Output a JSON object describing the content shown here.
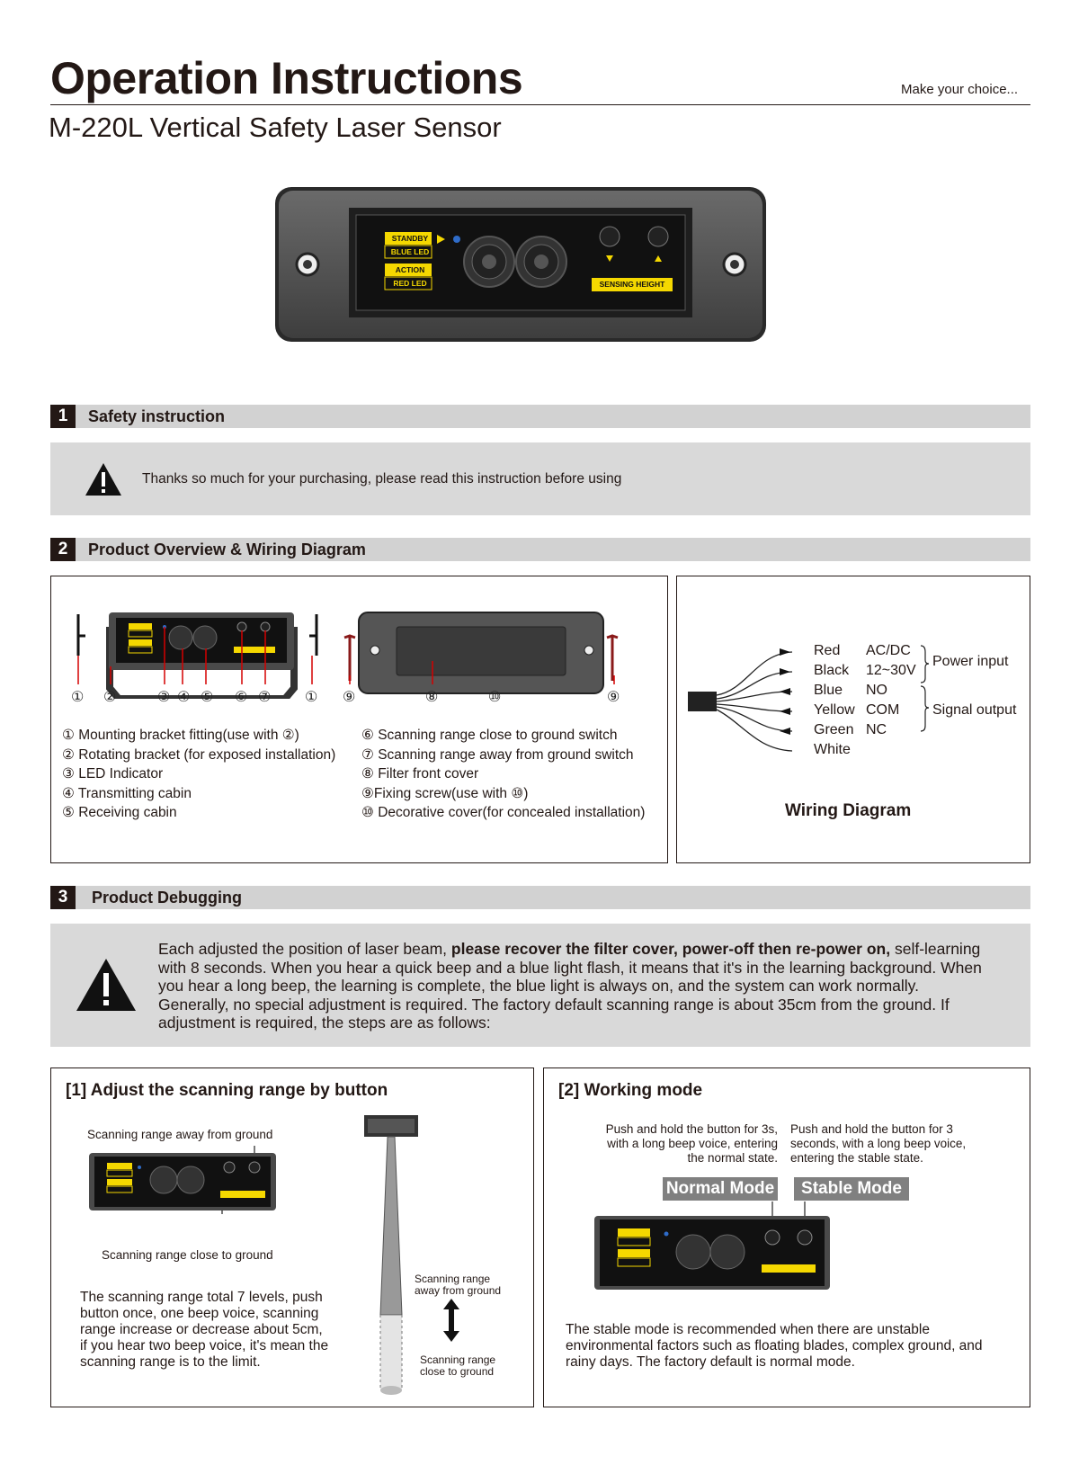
{
  "header": {
    "title": "Operation Instructions",
    "tagline": "Make  your choice...",
    "subtitle": "M-220L  Vertical Safety Laser Sensor"
  },
  "device_panel": {
    "standby": "STANDBY",
    "blue_led": "BLUE LED",
    "action": "ACTION",
    "red_led": "RED LED",
    "sensing_height": "SENSING HEIGHT"
  },
  "section1": {
    "num": "1",
    "title": "Safety instruction",
    "text": "Thanks so much for your purchasing, please read this instruction before using"
  },
  "section2": {
    "num": "2",
    "title": "Product Overview & Wiring Diagram",
    "callouts_left": [
      "①",
      "②",
      "③",
      "④",
      "⑤",
      "⑥",
      "⑦",
      "①"
    ],
    "callouts_right": [
      "⑨",
      "⑧",
      "⑩",
      "⑨"
    ],
    "legend_left": [
      "① Mounting bracket fitting(use with ②)",
      "② Rotating bracket (for exposed installation)",
      "③ LED Indicator",
      "④ Transmitting cabin",
      "⑤ Receiving cabin"
    ],
    "legend_right": [
      "⑥ Scanning range close to ground switch",
      "⑦ Scanning range away from ground switch",
      "⑧ Filter front cover",
      "⑨Fixing screw(use with ⑩)",
      "⑩ Decorative cover(for concealed installation)"
    ],
    "wiring": {
      "wires": [
        {
          "color": "Red",
          "label": "AC/DC"
        },
        {
          "color": "Black",
          "label": "12~30V"
        },
        {
          "color": "Blue",
          "label": "NO"
        },
        {
          "color": "Yellow",
          "label": "COM"
        },
        {
          "color": "Green",
          "label": "NC"
        },
        {
          "color": "White",
          "label": ""
        }
      ],
      "power_input": "Power input",
      "signal_output": "Signal output",
      "title": "Wiring Diagram"
    }
  },
  "section3": {
    "num": "3",
    "title": "Product Debugging",
    "intro_pre": "Each adjusted the position of laser beam, ",
    "intro_bold": "please recover the filter cover, power-off then re-power on,",
    "intro_post": " self-learning  with 8 seconds. When you hear a quick beep and a blue light flash, it means that it's in the learning background. When you hear a long beep, the learning is complete, the blue light is always on, and the system can work normally. Generally, no special adjustment is required. The factory default scanning range is about 35cm from the ground. If adjustment is required, the steps are as follows:",
    "panel1": {
      "title": "[1] Adjust the scanning range by button",
      "away_label": "Scanning range away from ground",
      "close_label": "Scanning range close to ground",
      "body": "The scanning range total 7 levels, push button once, one beep voice, scanning range increase or decrease about 5cm, if you hear two beep voice, it's mean the scanning range is to the limit.",
      "beam_away": "Scanning range away from ground",
      "beam_close": "Scanning range close to ground"
    },
    "panel2": {
      "title": "[2] Working mode",
      "normal_desc": "Push and hold the button for 3s, with a long beep voice, entering the normal state.",
      "stable_desc": "Push and hold the button for 3 seconds, with a long beep voice, entering the stable state.",
      "normal_mode": "Normal Mode",
      "stable_mode": "Stable Mode",
      "body": "The stable mode is recommended when there are unstable environmental factors such as floating blades, complex ground, and rainy days. The factory default is normal mode."
    }
  },
  "colors": {
    "dark": "#231815",
    "bar_gray": "#d2d2d2",
    "box_gray": "#d9d9d9",
    "label_yellow": "#f5d800",
    "device_body": "#4a4a4a"
  }
}
